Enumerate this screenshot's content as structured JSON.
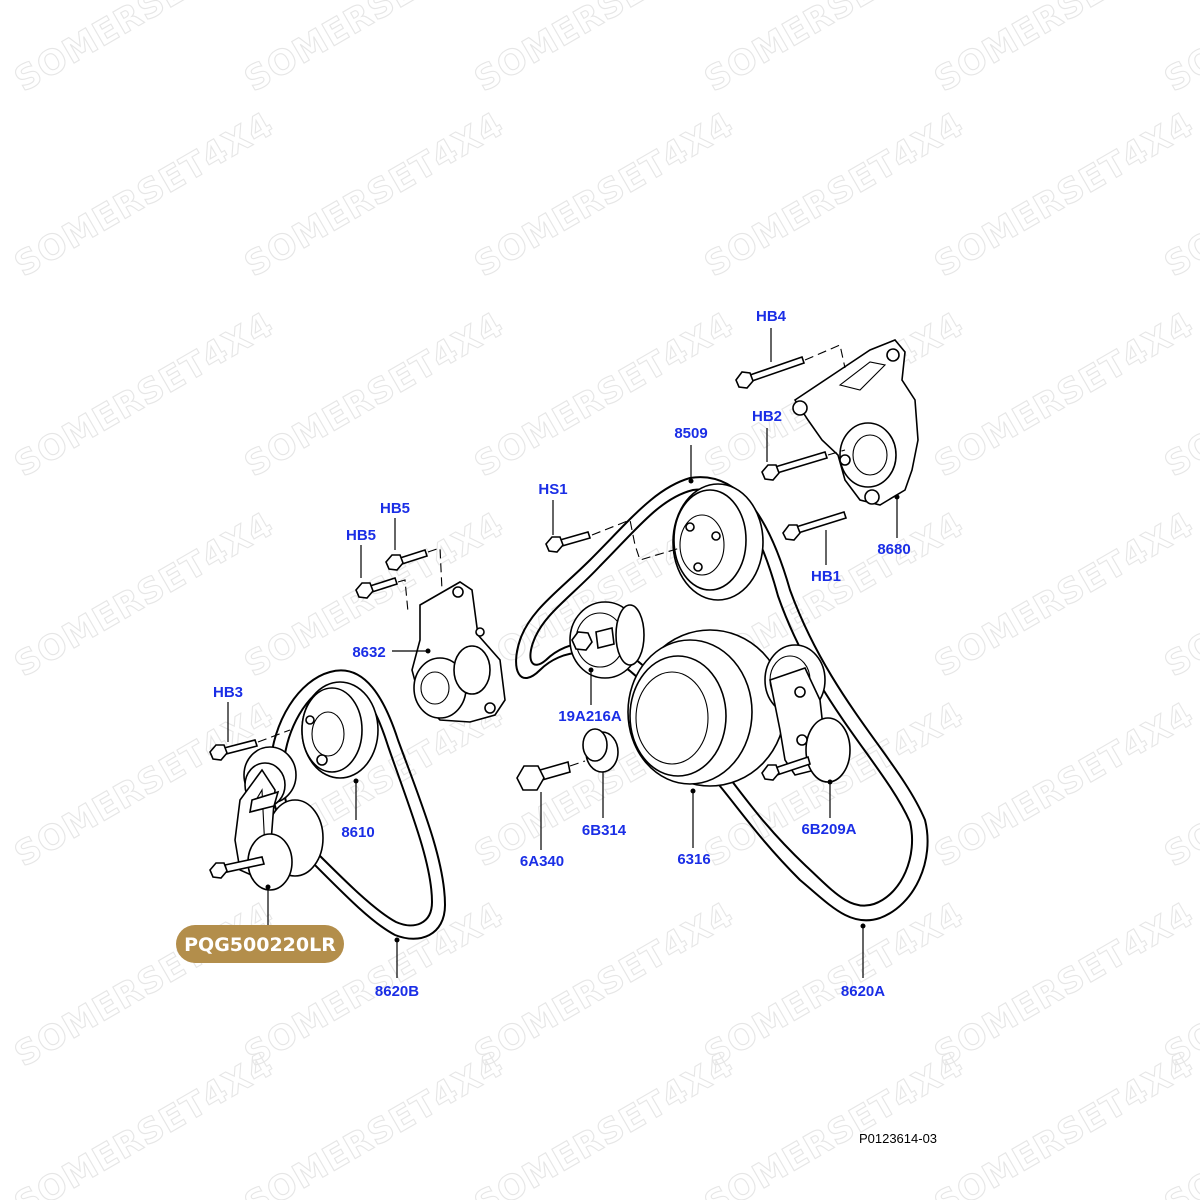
{
  "watermark": "SOMERSET4X4",
  "part_badge": {
    "text": "PQG500220LR",
    "color": "#b38e4b"
  },
  "reference_code": "P0123614-03",
  "label_color": "#1a2ee6",
  "callouts": {
    "hb4": "HB4",
    "hb2": "HB2",
    "p8509": "8509",
    "hs1": "HS1",
    "hb1": "HB1",
    "p8680": "8680",
    "hb5a": "HB5",
    "hb5b": "HB5",
    "p8632": "8632",
    "p19a216a": "19A216A",
    "hb3": "HB3",
    "p8610": "8610",
    "p6b314": "6B314",
    "p6a340": "6A340",
    "p6316": "6316",
    "p6b209a": "6B209A",
    "p8620b": "8620B",
    "p8620a": "8620A"
  }
}
